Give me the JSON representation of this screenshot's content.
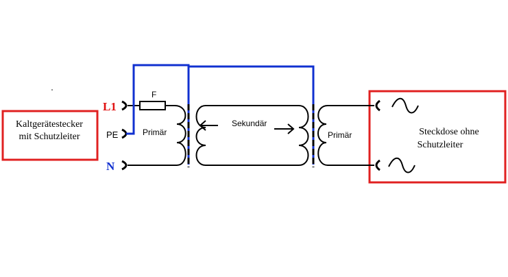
{
  "left_box": {
    "line1": "Kaltgerätestecker",
    "line2": "mit Schutzleiter"
  },
  "right_box": {
    "line1": "Steckdose ohne",
    "line2": "Schutzleiter"
  },
  "terminals": {
    "l1": "L1",
    "pe": "PE",
    "n": "N"
  },
  "fuse_label": "F",
  "primary_left_label": "Primär",
  "secondary_label": "Sekundär",
  "primary_right_label": "Primär",
  "colors": {
    "box_border": "#e02020",
    "pe_wire": "#1030d0",
    "l1_label": "#e01010",
    "n_label": "#1030d0",
    "wire": "#000000"
  }
}
